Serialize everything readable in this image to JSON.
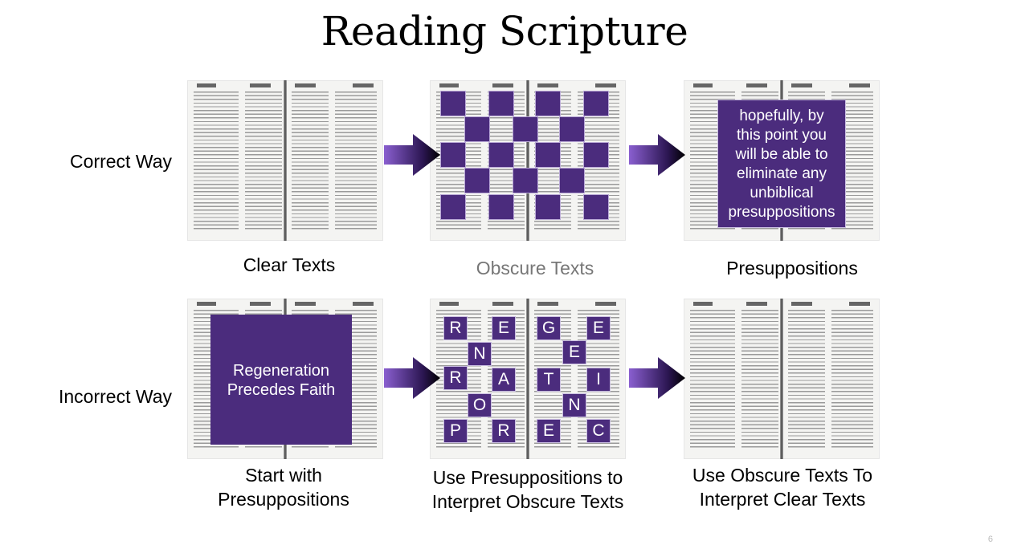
{
  "title": "Reading Scripture",
  "row_labels": {
    "correct": "Correct Way",
    "incorrect": "Incorrect Way"
  },
  "captions": {
    "clear_texts": "Clear Texts",
    "obscure_texts": "Obscure Texts",
    "presuppositions": "Presuppositions",
    "start_line1": "Start with",
    "start_line2": "Presuppositions",
    "use_presup_line1": "Use Presuppositions to",
    "use_presup_line2": "Interpret Obscure Texts",
    "use_obscure_line1": "Use Obscure Texts To",
    "use_obscure_line2": "Interpret Clear Texts"
  },
  "overlays": {
    "presup_line1": "hopefully, by",
    "presup_line2": "this point you",
    "presup_line3": "will be able to",
    "presup_line4": "eliminate any",
    "presup_line5": "unbiblical",
    "presup_line6": "presuppositions",
    "regen_line1": "Regeneration",
    "regen_line2": "Precedes Faith"
  },
  "letters": [
    "R",
    "E",
    "G",
    "E",
    "N",
    "E",
    "R",
    "A",
    "T",
    "I",
    "O",
    "N",
    "P",
    "R",
    "E",
    "C"
  ],
  "colors": {
    "accent": "#4b2c7d"
  },
  "page_number": "6"
}
